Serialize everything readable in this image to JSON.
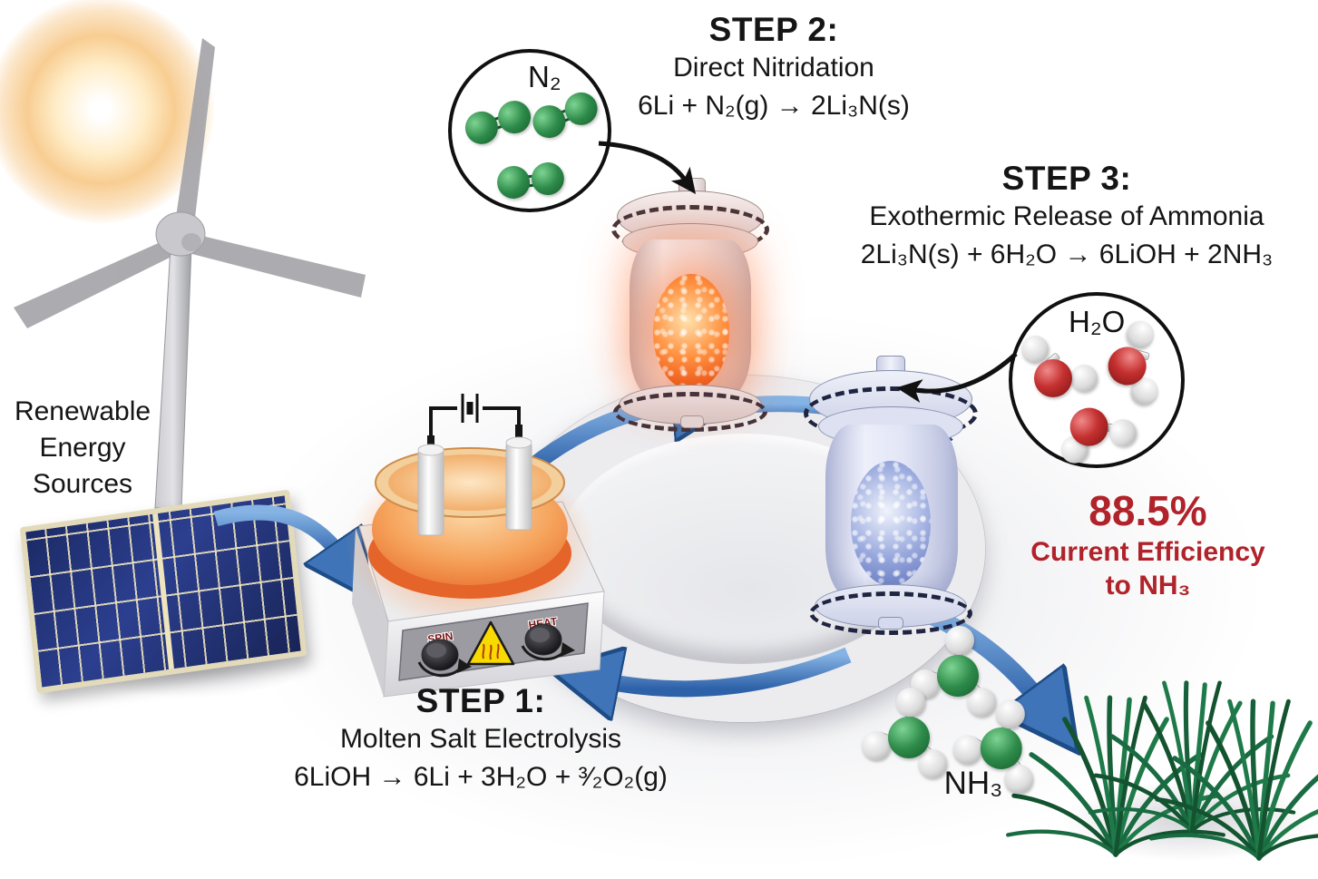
{
  "renewable": {
    "lines": [
      "Renewable",
      "Energy",
      "Sources"
    ]
  },
  "steps": {
    "step1": {
      "title": "STEP 1:",
      "subtitle": "Molten Salt Electrolysis",
      "equation": "6LiOH → 6Li + 3H₂O + ³⁄₂O₂(g)"
    },
    "step2": {
      "title": "STEP 2:",
      "subtitle": "Direct Nitridation",
      "equation": "6Li + N₂(g) → 2Li₃N(s)"
    },
    "step3": {
      "title": "STEP 3:",
      "subtitle": "Exothermic Release of Ammonia",
      "equation": "2Li₃N(s) + 6H₂O → 6LiOH + 2NH₃"
    }
  },
  "efficiency": {
    "value": "88.5%",
    "line1": "Current Efficiency",
    "line2": "to NH₃"
  },
  "insets": {
    "n2_label": "N₂",
    "h2o_label": "H₂O"
  },
  "nh3_label": "NH₃",
  "hotplate": {
    "spin_label": "SPIN",
    "heat_label": "HEAT"
  },
  "colors": {
    "accent_red": "#b1232a",
    "arrow_blue": "#3f74b8",
    "ring_gray": "#ecebee",
    "molecule_green": "#2e8b4a",
    "oxygen_red": "#b02020",
    "grass_green": "#1e6b40",
    "glow_orange": "#ff8c3e"
  }
}
